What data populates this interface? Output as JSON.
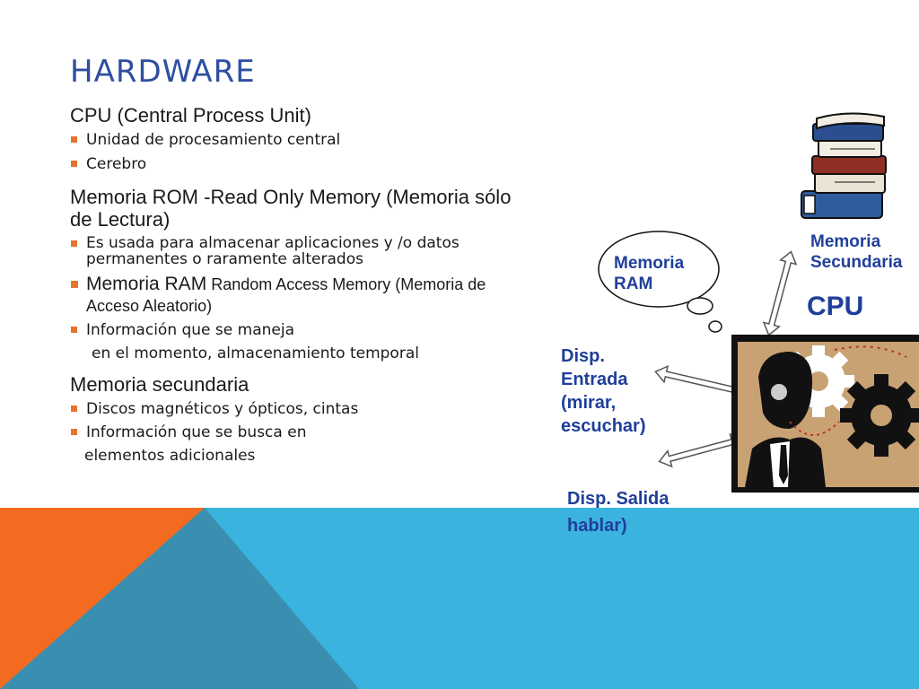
{
  "slide": {
    "title": "HARDWARE",
    "colors": {
      "title": "#2e4fa0",
      "bullet": "#e8722a",
      "diagram_text": "#1f3f9a",
      "band_blue": "#3bb3df",
      "band_orange": "#f26b21",
      "band_dark": "#3a8fb0"
    }
  },
  "content": {
    "cpu_heading": "CPU (Central Process Unit)",
    "cpu_items": [
      "Unidad de procesamiento central",
      "Cerebro"
    ],
    "rom_heading_line1": "Memoria ROM -Read Only Memory (Memoria sólo",
    "rom_heading_line2": "de Lectura)",
    "rom_item_line1": "Es usada para almacenar aplicaciones y /o datos",
    "rom_item_line2": "permanentes o raramente alterados",
    "ram_item_main": "Memoria RAM",
    "ram_item_rest": " Random Access Memory (Memoria de",
    "ram_item_line2": "Acceso Aleatorio)",
    "ram_info_line1": "Información que se maneja",
    "ram_info_line2": "en el momento, almacenamiento temporal",
    "sec_heading": "Memoria secundaria",
    "sec_item1": "Discos magnéticos y ópticos, cintas",
    "sec_item2": "Información que se busca en",
    "sec_item2_line2": "elementos adicionales"
  },
  "diagram": {
    "memoria_secundaria_line1": "Memoria",
    "memoria_secundaria_line2": "Secundaria",
    "memoria_ram_line1": "Memoria",
    "memoria_ram_line2": "RAM",
    "cpu": "CPU",
    "entrada_line1": "Disp.",
    "entrada_line2": "Entrada",
    "entrada_line3": "(mirar,",
    "entrada_line4": "escuchar)",
    "salida_line1": "Disp. Salida",
    "salida_line2": "hablar)",
    "icons": [
      "books-stack-icon",
      "thought-bubble-icon",
      "person-with-gears-icon",
      "double-arrow-icon"
    ]
  }
}
